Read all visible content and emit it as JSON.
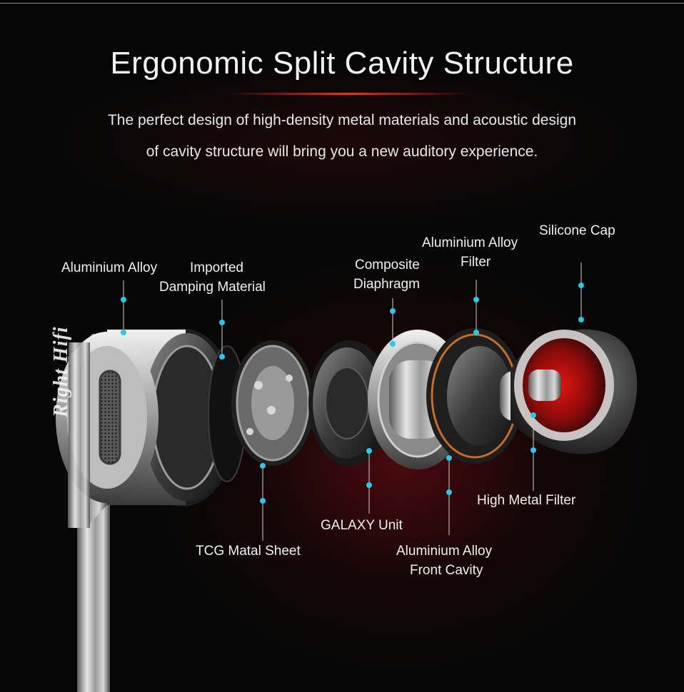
{
  "header": {
    "title": "Ergonomic Split Cavity Structure",
    "subtitle_line1": "The perfect design of high-density metal materials and acoustic design",
    "subtitle_line2": "of cavity structure will bring you a new auditory experience."
  },
  "earphone": {
    "brand_text": "Right Hifi"
  },
  "labels": {
    "aluminium_alloy": "Aluminium Alloy",
    "imported_damping_1": "Imported",
    "imported_damping_2": "Damping Material",
    "composite_diaphragm_1": "Composite",
    "composite_diaphragm_2": "Diaphragm",
    "aluminium_filter_1": "Aluminium Alloy",
    "aluminium_filter_2": "Filter",
    "silicone_cap": "Silicone Cap",
    "tcg_sheet": "TCG Matal Sheet",
    "galaxy_unit": "GALAXY Unit",
    "front_cavity_1": "Aluminium Alloy",
    "front_cavity_2": "Front Cavity",
    "high_metal_filter": "High Metal Filter"
  },
  "colors": {
    "background": "#070707",
    "accent_red": "#ff2a1f",
    "pointer_cyan": "#2ec6e6",
    "text": "#f0f0f0"
  }
}
